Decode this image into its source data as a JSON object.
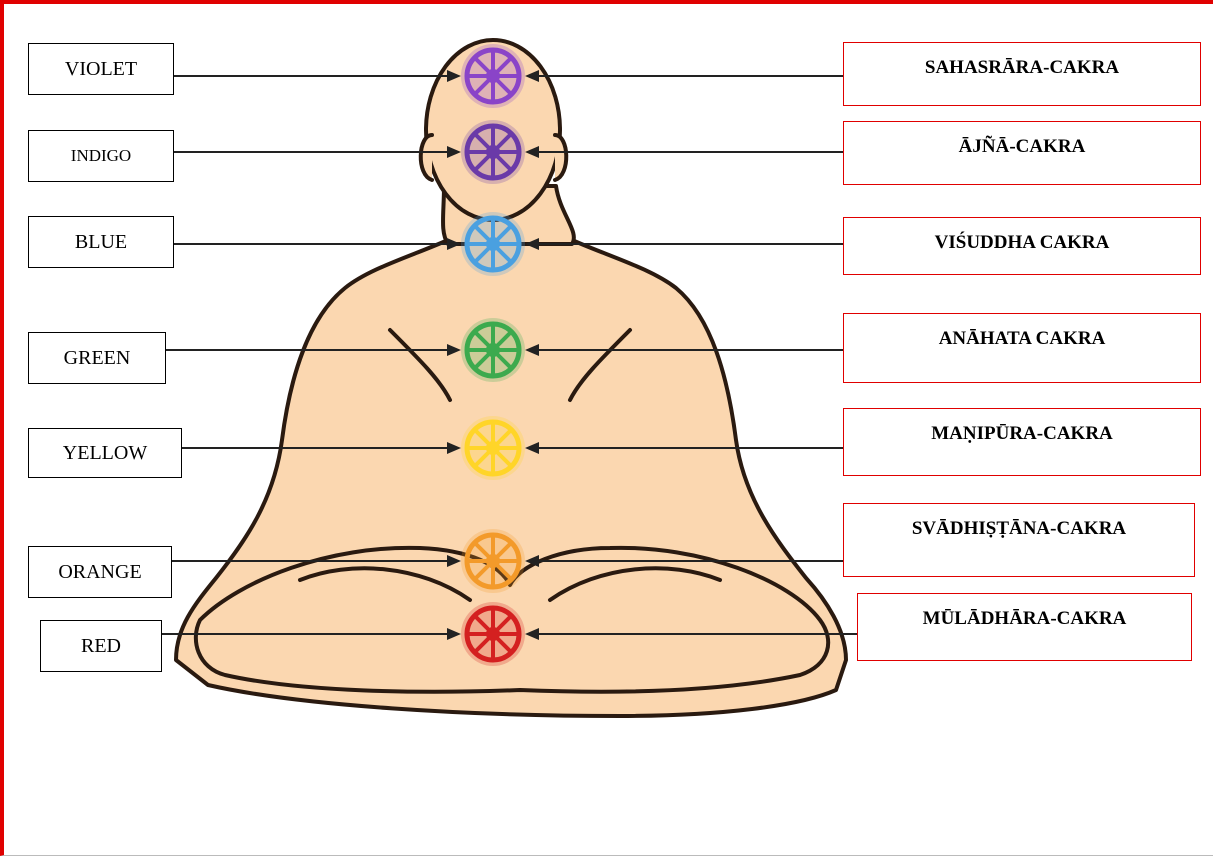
{
  "chakras": [
    {
      "color_label": "VIOLET",
      "name": "SAHASRĀRA-CAKRA",
      "color": "#8a44c8"
    },
    {
      "color_label": "INDIGO",
      "name": "ĀJÑĀ-CAKRA",
      "color": "#6a3aa8"
    },
    {
      "color_label": "BLUE",
      "name": "VIŚUDDHA CAKRA",
      "color": "#4aa0e0"
    },
    {
      "color_label": "GREEN",
      "name": "ANĀHATA CAKRA",
      "color": "#3caa4e"
    },
    {
      "color_label": "YELLOW",
      "name": "MAṆIPŪRA-CAKRA",
      "color": "#ffd528"
    },
    {
      "color_label": "ORANGE",
      "name": "SVĀDHIṢṬĀNA-CAKRA",
      "color": "#f39a2a"
    },
    {
      "color_label": "RED",
      "name": "MŪLĀDHĀRA-CAKRA",
      "color": "#d42020"
    }
  ],
  "colors": {
    "frame": "#e00000",
    "skin": "#fbd7b0",
    "outline": "#2a1a10",
    "arrow": "#222222"
  }
}
